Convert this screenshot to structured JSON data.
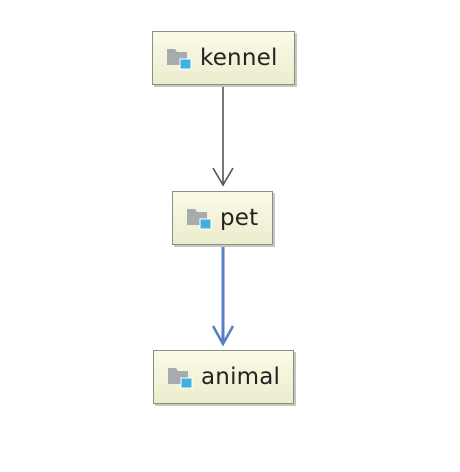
{
  "diagram": {
    "nodes": [
      {
        "id": "kennel",
        "label": "kennel",
        "icon": "package-icon"
      },
      {
        "id": "pet",
        "label": "pet",
        "icon": "package-icon"
      },
      {
        "id": "animal",
        "label": "animal",
        "icon": "package-icon"
      }
    ],
    "edges": [
      {
        "from": "kennel",
        "to": "pet",
        "color": "#555555",
        "style": "plain"
      },
      {
        "from": "pet",
        "to": "animal",
        "color": "#5b7fc4",
        "style": "highlighted"
      }
    ]
  },
  "colors": {
    "node_fill": "#f4f4dc",
    "node_border": "#8e8e84",
    "package_folder": "#a6acae",
    "package_badge": "#3fb0e0"
  }
}
